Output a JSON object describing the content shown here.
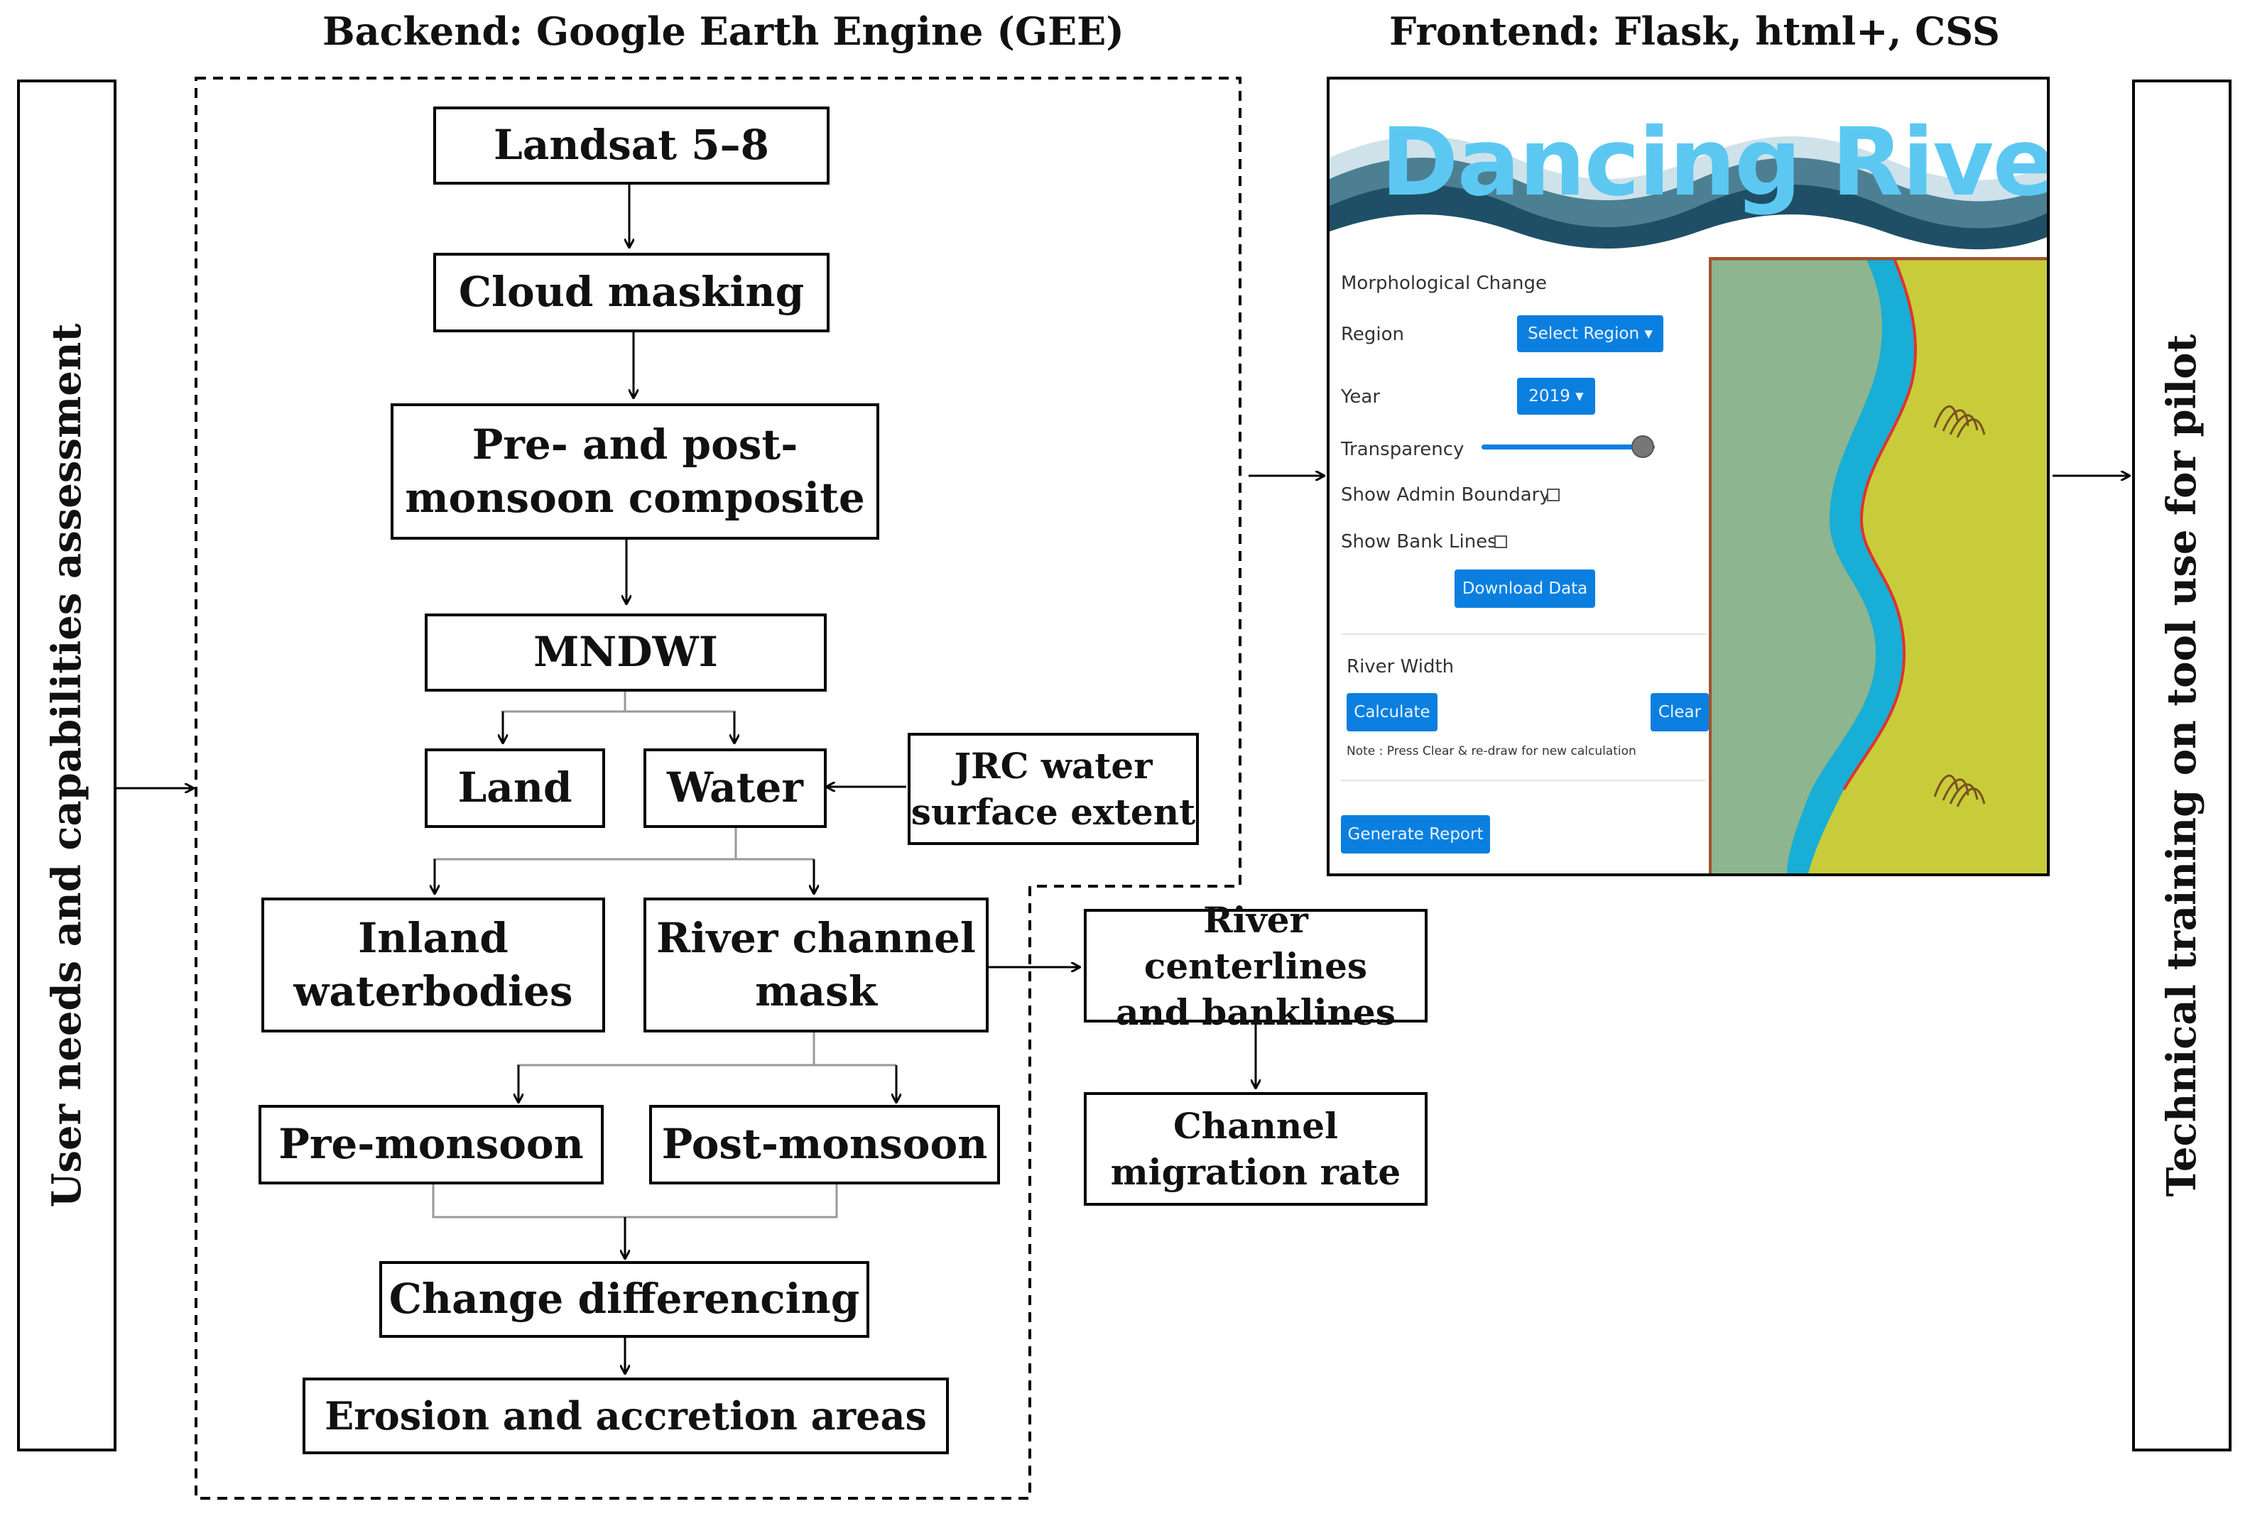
{
  "headings": {
    "backend": "Backend: Google Earth Engine (GEE)",
    "frontend": "Frontend: Flask, html+, CSS"
  },
  "side": {
    "left": "User needs and capabilities assessment",
    "right": "Technical training on tool use for pilot"
  },
  "nodes": {
    "landsat": "Landsat 5–8",
    "cloud": "Cloud masking",
    "composite_l1": "Pre- and post-",
    "composite_l2": "monsoon composite",
    "mndwi": "MNDWI",
    "land": "Land",
    "water": "Water",
    "jrc_l1": "JRC water",
    "jrc_l2": "surface extent",
    "inland_l1": "Inland",
    "inland_l2": "waterbodies",
    "channel_l1": "River channel",
    "channel_l2": "mask",
    "pre": "Pre-monsoon",
    "post": "Post-monsoon",
    "change": "Change differencing",
    "erosion": "Erosion and accretion areas",
    "centerlines_l1": "River centerlines",
    "centerlines_l2": "and banklines",
    "migration_l1": "Channel",
    "migration_l2": "migration rate"
  },
  "app": {
    "title": "Dancing Rivers",
    "section": "Morphological Change",
    "region_label": "Region",
    "region_button": "Select Region ▾",
    "year_label": "Year",
    "year_button": "2019 ▾",
    "transparency_label": "Transparency",
    "transparency": 0.93,
    "admin_label": "Show Admin Boundary",
    "banklines_label": "Show Bank Lines",
    "download_button": "Download Data",
    "width_section": "River Width",
    "calculate_button": "Calculate",
    "clear_button": "Clear",
    "note": "Note : Press Clear & re-draw for new calculation",
    "report_button": "Generate Report"
  },
  "colors": {
    "button": "#0b7fe0",
    "title": "#5cc8f2",
    "wave_dark": "#1f4f66",
    "wave_mid": "#4d7f93",
    "map_left": "#8db58f",
    "map_right": "#c8cc3a",
    "river": "#18aed6",
    "bank": "#e0332e"
  }
}
